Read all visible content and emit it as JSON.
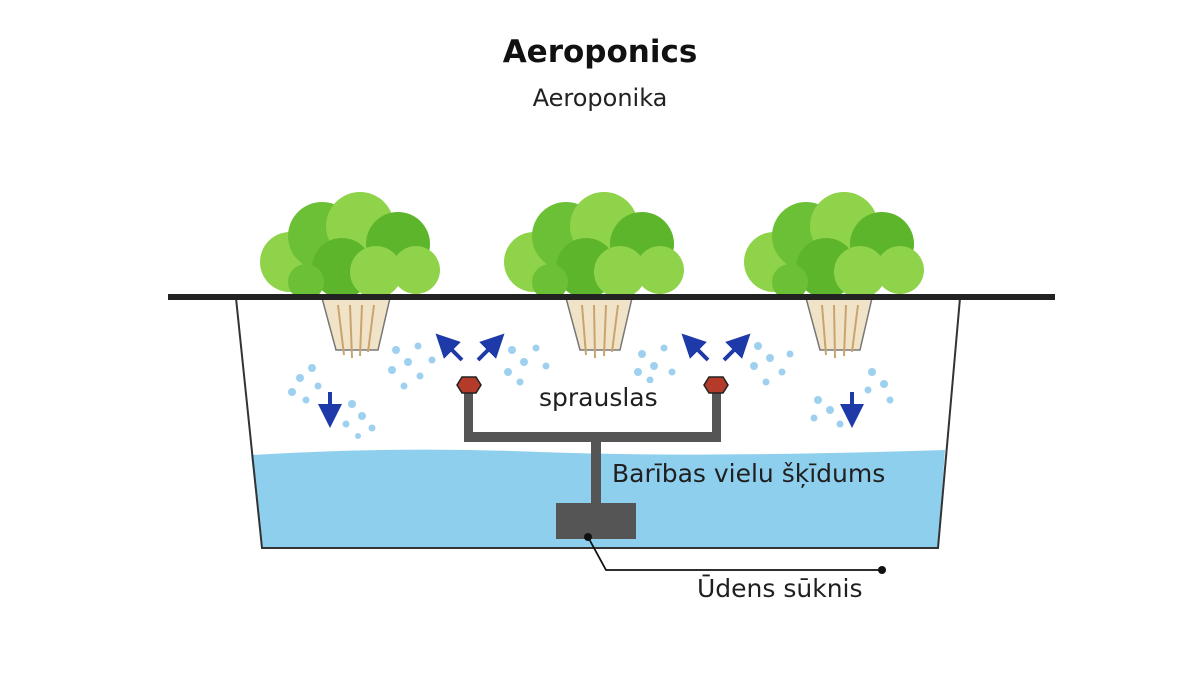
{
  "header": {
    "title": "Aeroponics",
    "subtitle": "Aeroponika"
  },
  "labels": {
    "nozzles": "sprauslas",
    "nutrient_solution": "Barības vielu šķīdums",
    "water_pump": "Ūdens sūknis"
  },
  "colors": {
    "water": "#8fcfee",
    "leaf_dark": "#5db52c",
    "leaf_light": "#8ed34a",
    "pipe": "#555555",
    "nozzle": "#c0392b",
    "spray_arrow": "#1e3aa8",
    "mist": "#9ed1ef",
    "root": "#d9b98a"
  },
  "icons": [
    "lettuce-icon",
    "nozzle-icon",
    "spray-arrow-icon",
    "pump-icon"
  ]
}
